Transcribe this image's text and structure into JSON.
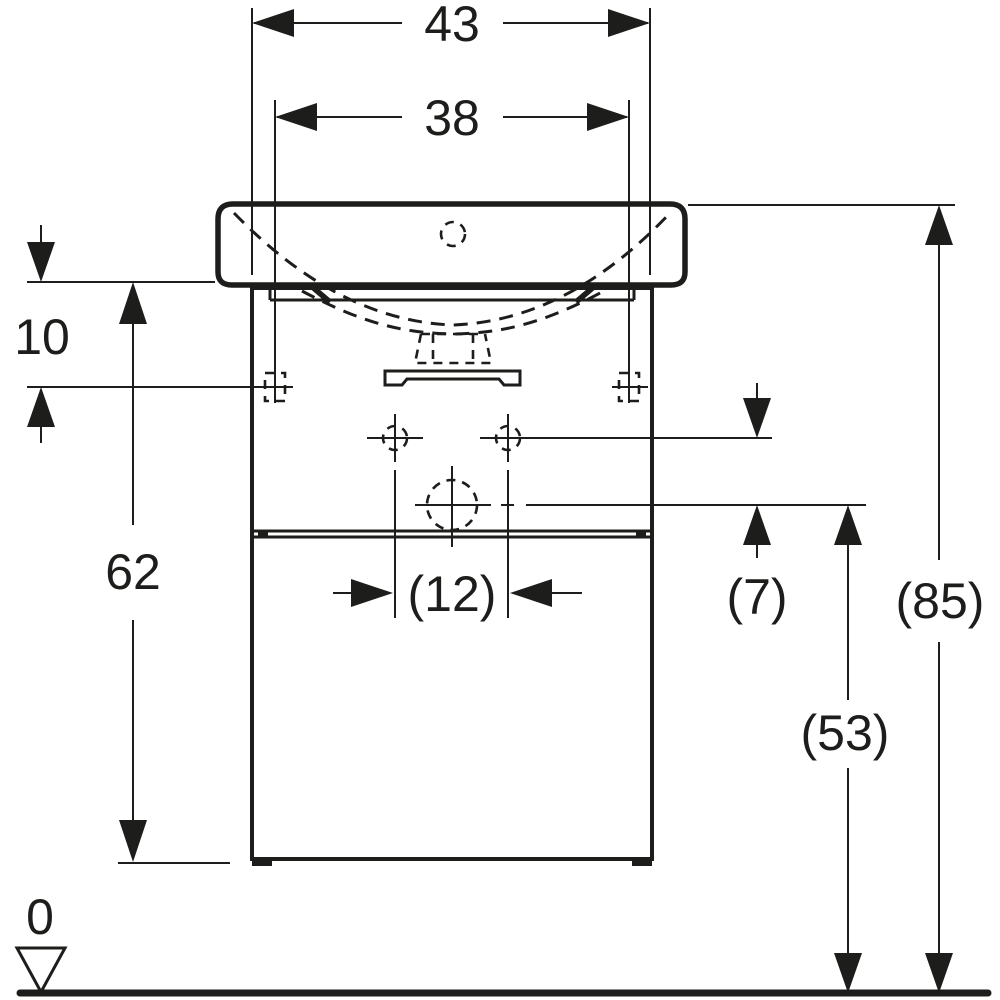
{
  "drawing_colors": {
    "line": "#1d1d1b",
    "background": "#ffffff"
  },
  "dimensions": {
    "width_outer": "43",
    "width_fixing_holes": "38",
    "height_apron": "10",
    "height_cabinet": "62",
    "width_drain_offset": "(12)",
    "height_holes_to_drain": "(7)",
    "height_drain_from_floor": "(53)",
    "height_total": "(85)",
    "datum_zero": "0"
  }
}
